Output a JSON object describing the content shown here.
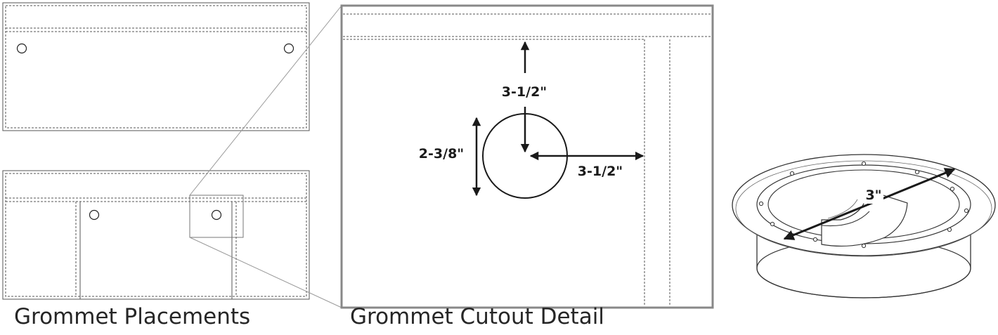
{
  "captions": {
    "placements": "Grommet Placements",
    "detail": "Grommet Cutout Detail"
  },
  "dimensions": {
    "top_offset": "3-1/2\"",
    "side_offset": "3-1/2\"",
    "hole_diameter": "2-3/8\"",
    "grommet_diameter": "3\""
  },
  "colors": {
    "line": "#1a1a1a",
    "dashed": "#444444",
    "frame": "#888888",
    "text": "#262626"
  }
}
